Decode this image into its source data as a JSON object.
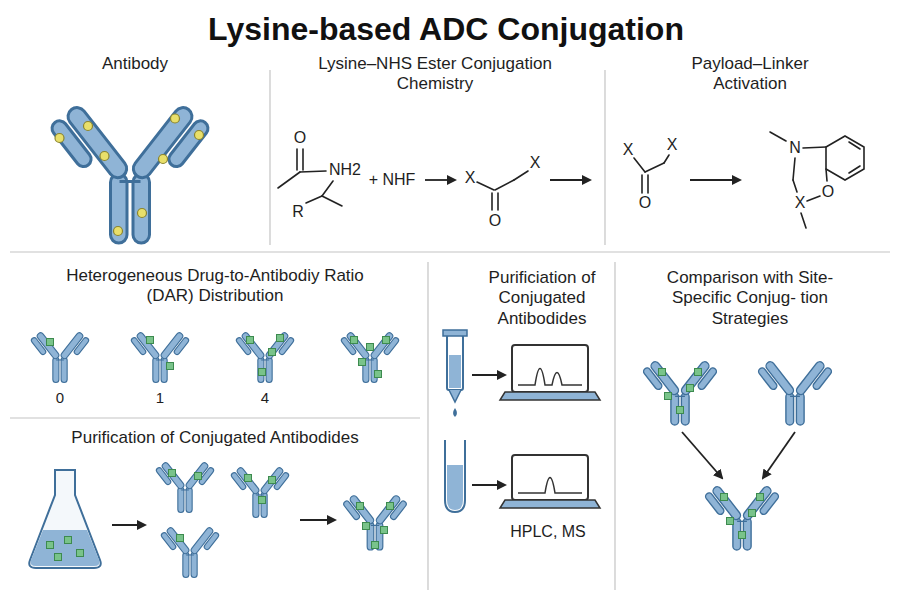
{
  "diagram": {
    "title": "Lysine-based ADC Conjugation",
    "labels": [
      "Antibody",
      "Lysine–NHS Ester Conjugation Chemistry",
      "O",
      "NH2",
      "R",
      "+ NHF",
      "X",
      "X",
      "O",
      "Payload–Linker Activation",
      "X",
      "X",
      "O",
      "N",
      "X",
      "O",
      "Heterogeneous Drug-to-Antibodiy Ratio (DAR) Distribution",
      "0",
      "1",
      "4",
      "Purificiation of Conjugated Antibodides",
      "HPLC, MS",
      "Comparison with Site-Specific Conjug- tion Strategies",
      "Purification of Conjugated Antibodides"
    ]
  }
}
